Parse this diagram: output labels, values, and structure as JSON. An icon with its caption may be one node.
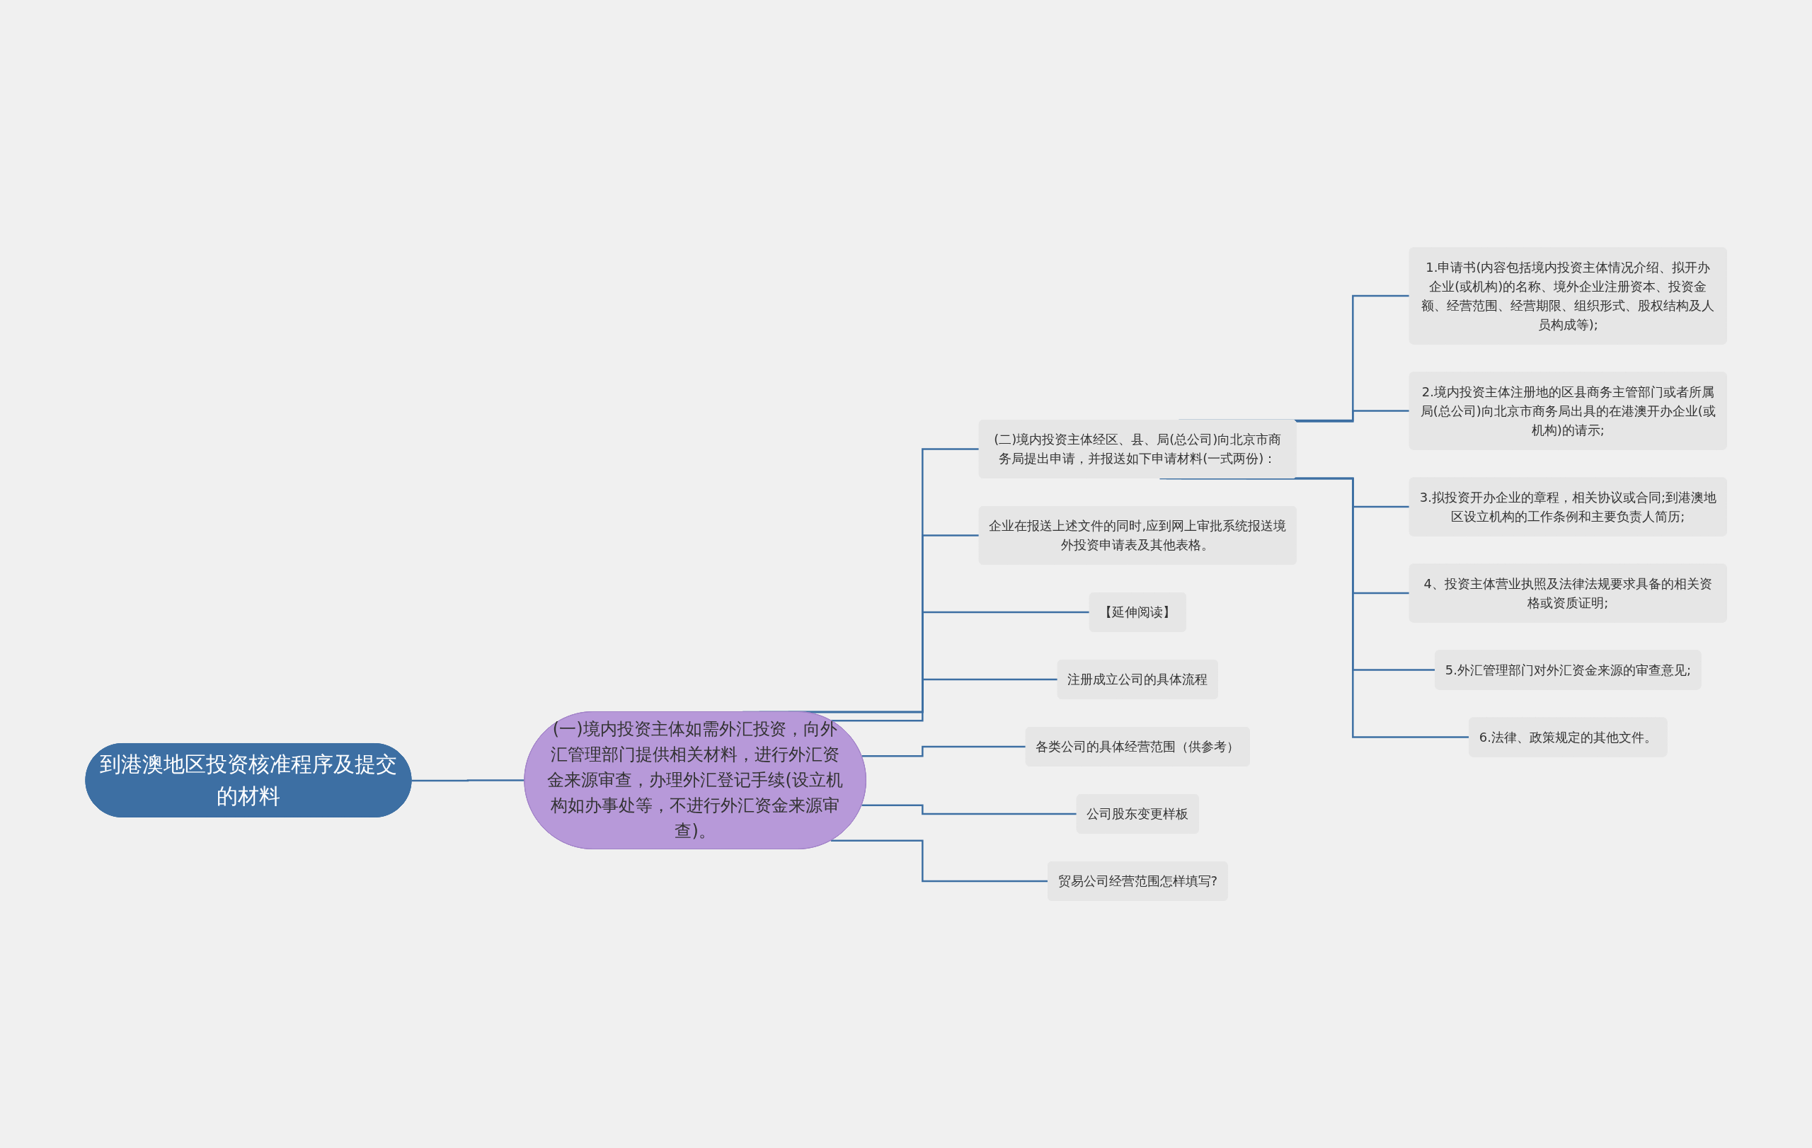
{
  "diagram": {
    "nodes": [
      {
        "text": [
          "到港澳地区投资核准程序及提交的材料"
        ]
      },
      {
        "text": [
          "(一)境内投资主体如需外汇投资，向外汇管理部门提供相关材料，进行外汇资金来源审查，办理外汇登记手续(设立机构如办事处等，不进行外汇资金来源审查)。"
        ]
      },
      {
        "text": [
          "(二)境内投资主体经区、县、局(总公司)向北京市商务局提出申请，并报送如下申请材料(一式两份)："
        ]
      },
      {
        "text": [
          "1.申请书(内容包括境内投资主体情况介绍、拟开办企业(或机构)的名称、境外企业注册资本、投资金额、经营范围、经营期限、组织形式、股权结构及人员构成等);"
        ]
      },
      {
        "text": [
          "2.境内投资主体注册地的区县商务主管部门或者所属局(总公司)向北京市商务局出具的在港澳开办企业(或机构)的请示;"
        ]
      },
      {
        "text": [
          "3.拟投资开办企业的章程，相关协议或合同;到港澳地区设立机构的工作条例和主要负责人简历;"
        ]
      },
      {
        "text": [
          "4、投资主体营业执照及法律法规要求具备的相关资格或资质证明;"
        ]
      },
      {
        "text": [
          "5.外汇管理部门对外汇资金来源的审查意见;"
        ]
      },
      {
        "text": [
          "6.法律、政策规定的其他文件。"
        ]
      },
      {
        "text": [
          "企业在报送上述文件的同时,应到网上审批系统报送境外投资申请表及其他表格。"
        ]
      },
      {
        "text": [
          "【延伸阅读】"
        ]
      },
      {
        "text": [
          "注册成立公司的具体流程"
        ]
      },
      {
        "text": [
          "各类公司的具体经营范围（供参考）"
        ]
      },
      {
        "text": [
          "公司股东变更样板"
        ]
      },
      {
        "text": [
          "贸易公司经营范围怎样填写?"
        ]
      }
    ],
    "edges": [
      {
        "from": 0,
        "to": 1,
        "arrow": "none"
      },
      {
        "from": 1,
        "to": 2,
        "arrow": "none"
      },
      {
        "from": 2,
        "to": 3,
        "arrow": "none"
      },
      {
        "from": 2,
        "to": 4,
        "arrow": "none"
      },
      {
        "from": 2,
        "to": 5,
        "arrow": "none"
      },
      {
        "from": 2,
        "to": 6,
        "arrow": "none"
      },
      {
        "from": 2,
        "to": 7,
        "arrow": "none"
      },
      {
        "from": 2,
        "to": 8,
        "arrow": "none"
      },
      {
        "from": 1,
        "to": 9,
        "arrow": "none"
      },
      {
        "from": 1,
        "to": 10,
        "arrow": "none"
      },
      {
        "from": 1,
        "to": 11,
        "arrow": "none"
      },
      {
        "from": 1,
        "to": 12,
        "arrow": "none"
      },
      {
        "from": 1,
        "to": 13,
        "arrow": "none"
      },
      {
        "from": 1,
        "to": 14,
        "arrow": "none"
      }
    ]
  }
}
